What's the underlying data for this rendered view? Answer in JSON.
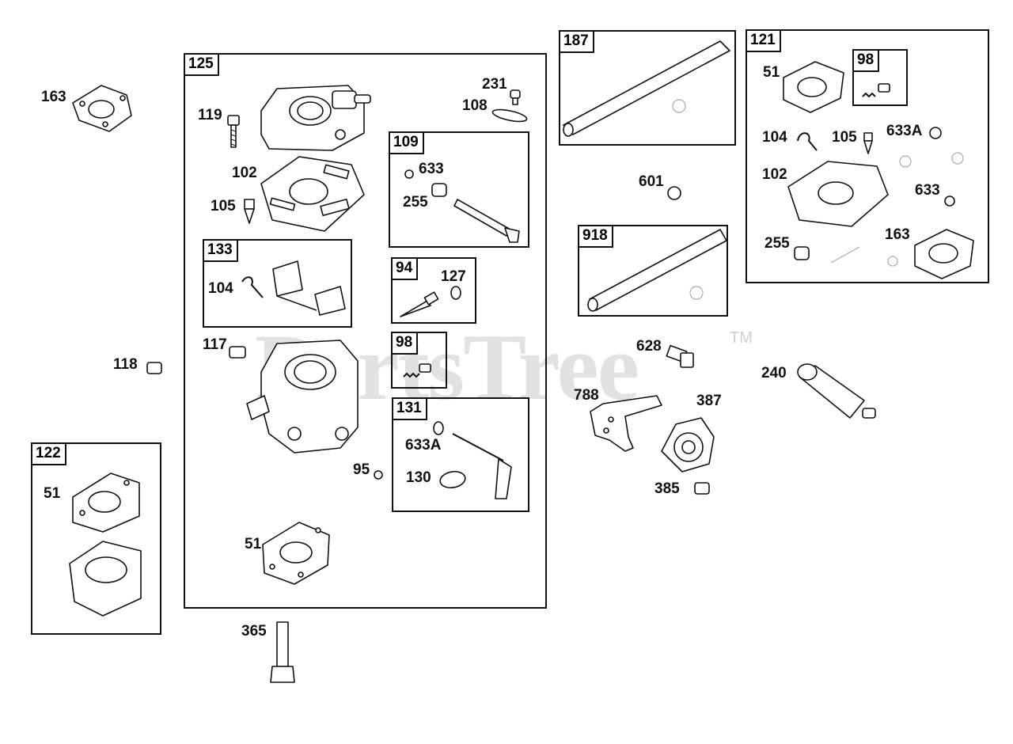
{
  "watermark": "PartsTree",
  "trademark": "TM",
  "groups": {
    "g125": "125",
    "g109": "109",
    "g133": "133",
    "g94": "94",
    "g98a": "98",
    "g131": "131",
    "g187": "187",
    "g918": "918",
    "g121": "121",
    "g98b": "98",
    "g122": "122"
  },
  "labels": {
    "l163a": "163",
    "l119": "119",
    "l102a": "102",
    "l105a": "105",
    "l231": "231",
    "l108": "108",
    "l633a": "633",
    "l255a": "255",
    "l104a": "104",
    "l94_127": "127",
    "l117": "117",
    "l118": "118",
    "l633A_a": "633A",
    "l130": "130",
    "l95": "95",
    "l51a": "51",
    "l51b": "51",
    "l365": "365",
    "l601": "601",
    "l628": "628",
    "l788": "788",
    "l387": "387",
    "l385": "385",
    "l240": "240",
    "l51c": "51",
    "l104b": "104",
    "l105b": "105",
    "l633A_b": "633A",
    "l102b": "102",
    "l633b": "633",
    "l255b": "255",
    "l163b": "163"
  }
}
